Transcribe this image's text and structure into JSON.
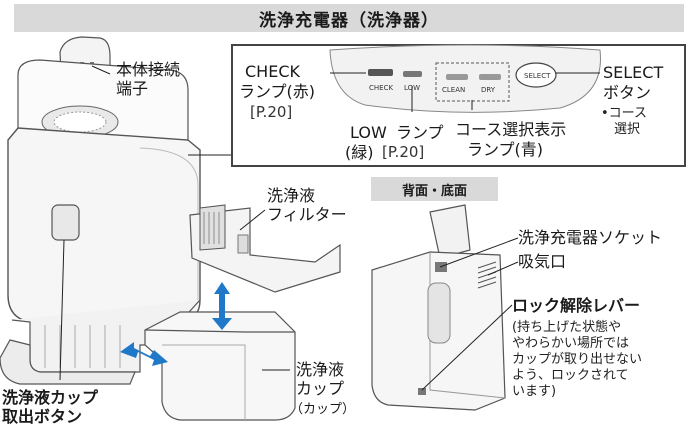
{
  "title": "洗浄充電器（洗浄器）",
  "panel": {
    "check_label": "CHECK",
    "check_sub": "ランプ(赤)",
    "check_ref": "[P.20]",
    "low_label": "LOW",
    "low_lamp": "ランプ",
    "low_sub": "(緑)",
    "low_ref": "[P.20]",
    "course_label": "コース選択表示",
    "course_sub": "ランプ(青)",
    "select_label": "SELECT",
    "select_sub": "ボタン",
    "select_note": "•コース\n　選択",
    "button_texts": {
      "check": "CHECK",
      "low": "LOW",
      "clean": "CLEAN",
      "dry": "DRY",
      "select": "SELECT"
    }
  },
  "labels": {
    "body_connector": "本体接続\n端子",
    "filter": "洗浄液\nフィルター",
    "cup_release": "洗浄液カップ\n取出ボタン",
    "cup": "洗浄液\nカップ",
    "cup_sub": "（カップ）"
  },
  "rear": {
    "title": "背面・底面",
    "socket": "洗浄充電器ソケット",
    "intake": "吸気口",
    "lock_lever": "ロック解除レバー",
    "lock_note": "(持ち上げた状態や\nやわらかい場所では\nカップが取り出せない\nよう、ロックされて\nいます)"
  },
  "colors": {
    "arrow": "#1f78c8",
    "bar": "#d9d9d9"
  }
}
